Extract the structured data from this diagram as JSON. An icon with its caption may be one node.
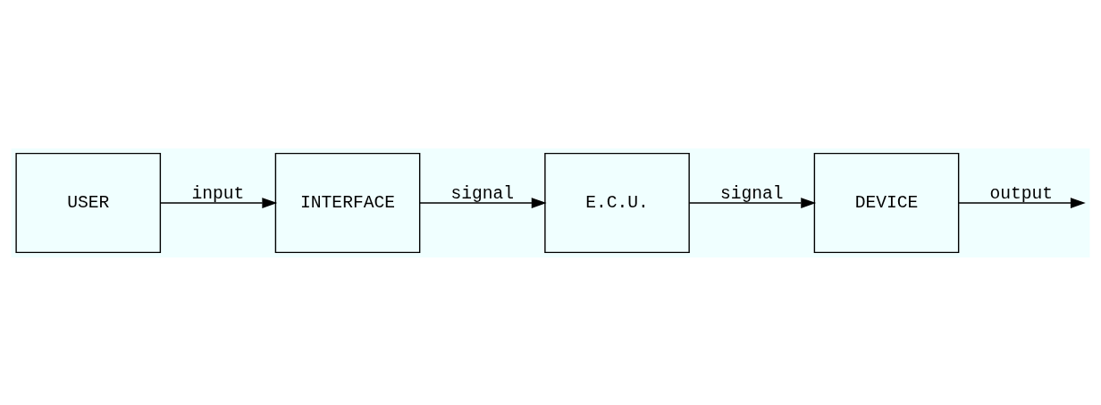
{
  "diagram": {
    "nodes": [
      {
        "text": [
          "USER"
        ]
      },
      {
        "text": [
          "INTERFACE"
        ]
      },
      {
        "text": [
          "E.C.U."
        ]
      },
      {
        "text": [
          "DEVICE"
        ]
      }
    ],
    "edges": [
      {
        "from": 0,
        "to": 1,
        "arrow": "to",
        "label": "input"
      },
      {
        "from": 1,
        "to": 2,
        "arrow": "to",
        "label": "signal"
      },
      {
        "from": 2,
        "to": 3,
        "arrow": "to",
        "label": "signal"
      },
      {
        "from": 3,
        "to": null,
        "arrow": "to",
        "label": "output"
      }
    ]
  }
}
